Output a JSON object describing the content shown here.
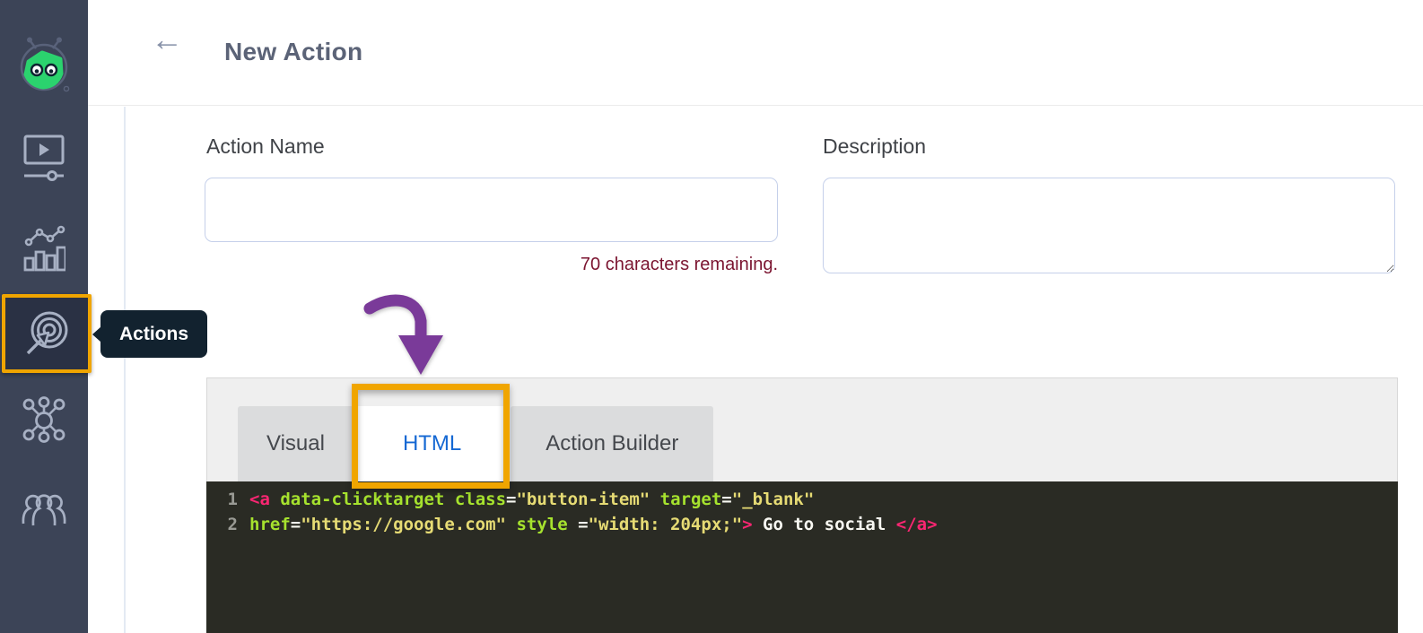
{
  "colors": {
    "sidebar_bg": "#3C4457",
    "sidebar_active_bg": "#2A3144",
    "annotation_yellow": "#F0A500",
    "annotation_purple": "#7A3A99",
    "logo_green": "#2BD36E",
    "title_slate": "#5B6377",
    "hint_maroon": "#7B1430",
    "active_tab_blue": "#1568D3",
    "editor_bg": "#2A2B24",
    "syntax_tag_pink": "#F92672",
    "syntax_attr_green": "#A6E22E",
    "syntax_string_yellow": "#E6DB74",
    "syntax_plain_white": "#F8F8F2"
  },
  "sidebar": {
    "icons": [
      "bot-logo",
      "video-player-icon",
      "bar-chart-icon",
      "target-arrow-icon",
      "network-icon",
      "people-icon"
    ],
    "active_item": "actions",
    "tooltip_label": "Actions"
  },
  "header": {
    "back_icon": "←",
    "title": "New Action"
  },
  "form": {
    "action_name": {
      "label": "Action Name",
      "value": "",
      "hint": "70 characters remaining."
    },
    "description": {
      "label": "Description",
      "value": ""
    }
  },
  "tabs": [
    {
      "label": "Visual",
      "active": false,
      "highlighted": false
    },
    {
      "label": "HTML",
      "active": true,
      "highlighted": true
    },
    {
      "label": "Action Builder",
      "active": false,
      "highlighted": false
    }
  ],
  "editor": {
    "lines": [
      {
        "number": "1",
        "tokens": [
          {
            "t": "<a",
            "c": "tag"
          },
          {
            "t": " ",
            "c": "plain"
          },
          {
            "t": "data-clicktarget",
            "c": "attr"
          },
          {
            "t": " ",
            "c": "plain"
          },
          {
            "t": "class",
            "c": "attr"
          },
          {
            "t": "=",
            "c": "plain"
          },
          {
            "t": "\"button-item\"",
            "c": "str"
          },
          {
            "t": " ",
            "c": "plain"
          },
          {
            "t": "target",
            "c": "attr"
          },
          {
            "t": "=",
            "c": "plain"
          },
          {
            "t": "\"_blank\"",
            "c": "str"
          }
        ]
      },
      {
        "number": "2",
        "tokens": [
          {
            "t": "href",
            "c": "attr"
          },
          {
            "t": "=",
            "c": "plain"
          },
          {
            "t": "\"https://google.com\"",
            "c": "str"
          },
          {
            "t": " ",
            "c": "plain"
          },
          {
            "t": "style",
            "c": "attr"
          },
          {
            "t": " =",
            "c": "plain"
          },
          {
            "t": "\"width: 204px;\"",
            "c": "str"
          },
          {
            "t": ">",
            "c": "tag"
          },
          {
            "t": " Go to social ",
            "c": "plain"
          },
          {
            "t": "</a>",
            "c": "tag"
          }
        ]
      }
    ]
  }
}
